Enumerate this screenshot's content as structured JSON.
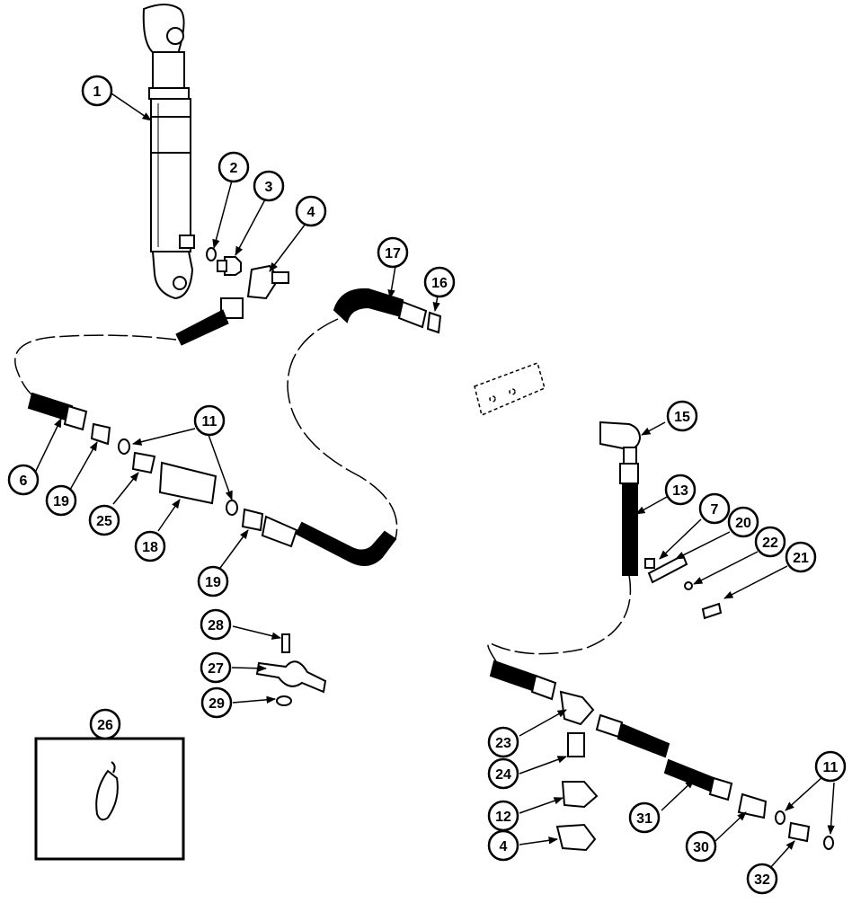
{
  "diagram": {
    "callouts": [
      {
        "id": "c1",
        "label": "1"
      },
      {
        "id": "c2",
        "label": "2"
      },
      {
        "id": "c3",
        "label": "3"
      },
      {
        "id": "c4a",
        "label": "4"
      },
      {
        "id": "c17",
        "label": "17"
      },
      {
        "id": "c16",
        "label": "16"
      },
      {
        "id": "c11a",
        "label": "11"
      },
      {
        "id": "c6",
        "label": "6"
      },
      {
        "id": "c19a",
        "label": "19"
      },
      {
        "id": "c25",
        "label": "25"
      },
      {
        "id": "c18",
        "label": "18"
      },
      {
        "id": "c19b",
        "label": "19"
      },
      {
        "id": "c15",
        "label": "15"
      },
      {
        "id": "c13",
        "label": "13"
      },
      {
        "id": "c7",
        "label": "7"
      },
      {
        "id": "c20",
        "label": "20"
      },
      {
        "id": "c22",
        "label": "22"
      },
      {
        "id": "c21",
        "label": "21"
      },
      {
        "id": "c28",
        "label": "28"
      },
      {
        "id": "c27",
        "label": "27"
      },
      {
        "id": "c29",
        "label": "29"
      },
      {
        "id": "c26",
        "label": "26"
      },
      {
        "id": "c23",
        "label": "23"
      },
      {
        "id": "c24",
        "label": "24"
      },
      {
        "id": "c12",
        "label": "12"
      },
      {
        "id": "c4b",
        "label": "4"
      },
      {
        "id": "c31",
        "label": "31"
      },
      {
        "id": "c30",
        "label": "30"
      },
      {
        "id": "c11b",
        "label": "11"
      },
      {
        "id": "c32",
        "label": "32"
      }
    ]
  }
}
